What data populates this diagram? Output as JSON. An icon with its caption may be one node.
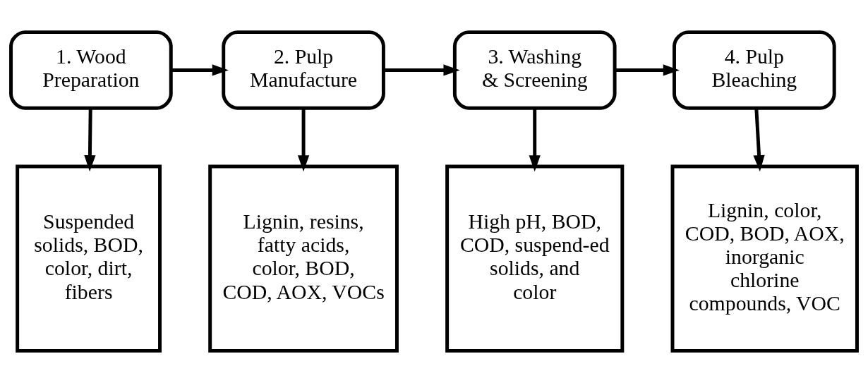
{
  "diagram": {
    "nodes": [
      {
        "text": [
          "1. Wood Preparation"
        ]
      },
      {
        "text": [
          "2. Pulp Manufacture"
        ]
      },
      {
        "text": [
          "3. Washing & Screening"
        ]
      },
      {
        "text": [
          "4. Pulp Bleaching"
        ]
      },
      {
        "text": [
          "Suspended solids, BOD, color, dirt, fibers"
        ]
      },
      {
        "text": [
          "Lignin, resins, fatty acids, color, BOD, COD, AOX, VOCs"
        ]
      },
      {
        "text": [
          "High pH, BOD, COD, suspend-ed solids, and color"
        ]
      },
      {
        "text": [
          "Lignin, color, COD, BOD, AOX, inorganic chlorine compounds, VOC"
        ]
      }
    ],
    "edges": [
      {
        "from": 0,
        "to": 1,
        "arrow": "to"
      },
      {
        "from": 1,
        "to": 2,
        "arrow": "to"
      },
      {
        "from": 2,
        "to": 3,
        "arrow": "to"
      },
      {
        "from": 0,
        "to": 4,
        "arrow": "to"
      },
      {
        "from": 1,
        "to": 5,
        "arrow": "to"
      },
      {
        "from": 2,
        "to": 6,
        "arrow": "to"
      },
      {
        "from": 3,
        "to": 7,
        "arrow": "to"
      }
    ]
  }
}
